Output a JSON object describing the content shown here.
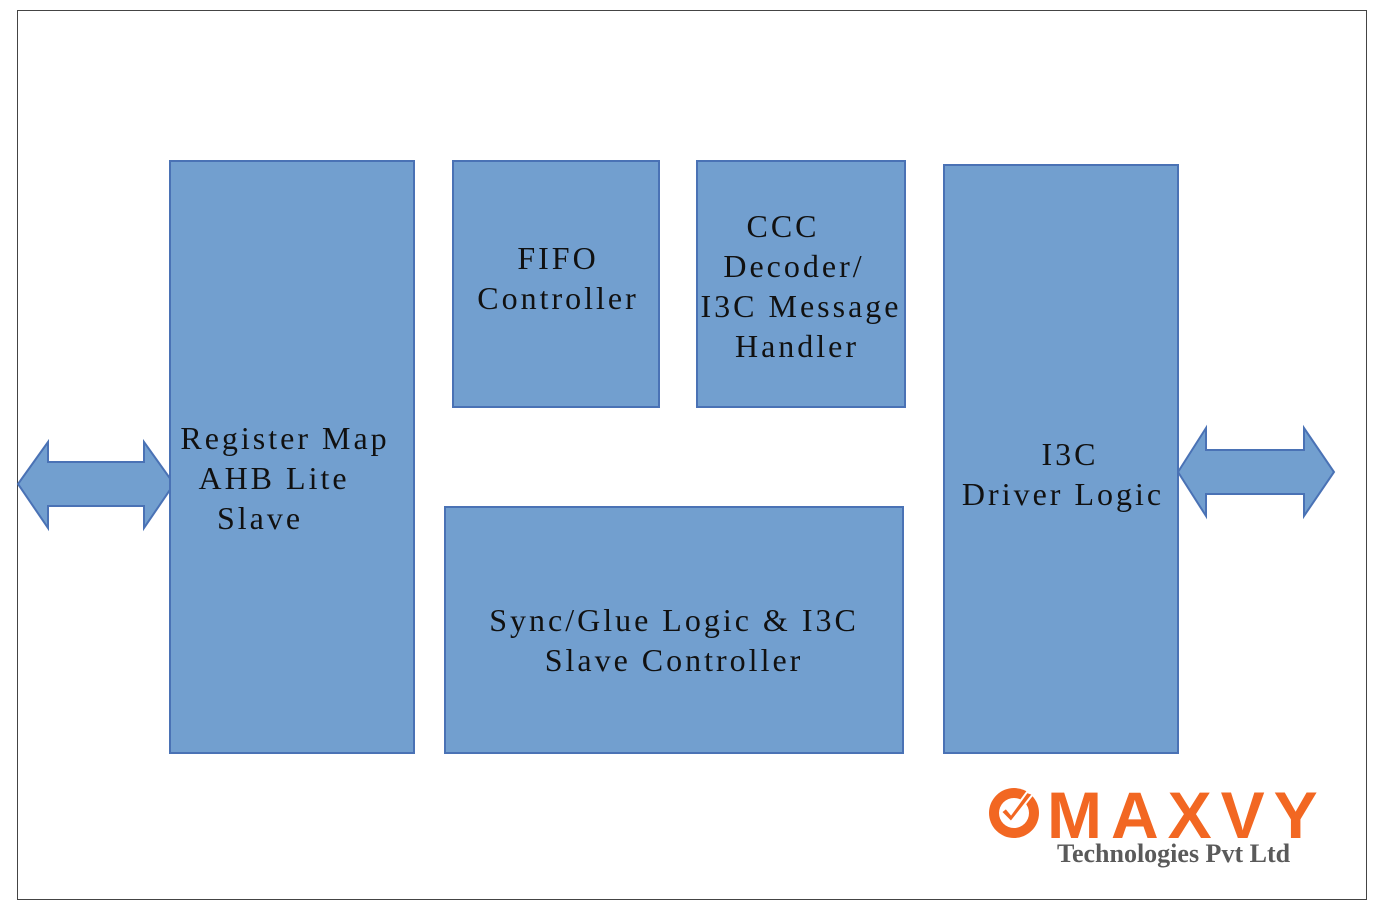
{
  "blocks": {
    "register_map": {
      "lines": [
        "Register Map",
        "AHB Lite",
        "Slave"
      ]
    },
    "fifo_controller": {
      "lines": [
        "FIFO",
        "Controller"
      ]
    },
    "ccc_decoder": {
      "lines": [
        "CCC",
        "Decoder/",
        "I3C Message",
        "Handler"
      ]
    },
    "i3c_driver": {
      "lines": [
        "I3C",
        "Driver Logic"
      ]
    },
    "sync_glue": {
      "lines": [
        "Sync/Glue Logic & I3C",
        "Slave Controller"
      ]
    }
  },
  "logo": {
    "word": "MAXVY",
    "subtitle": "Technologies Pvt Ltd"
  },
  "colors": {
    "block_fill": "#729fcf",
    "block_border": "#4a72b5",
    "logo_orange": "#f26722",
    "logo_gray": "#5a5a5a"
  }
}
